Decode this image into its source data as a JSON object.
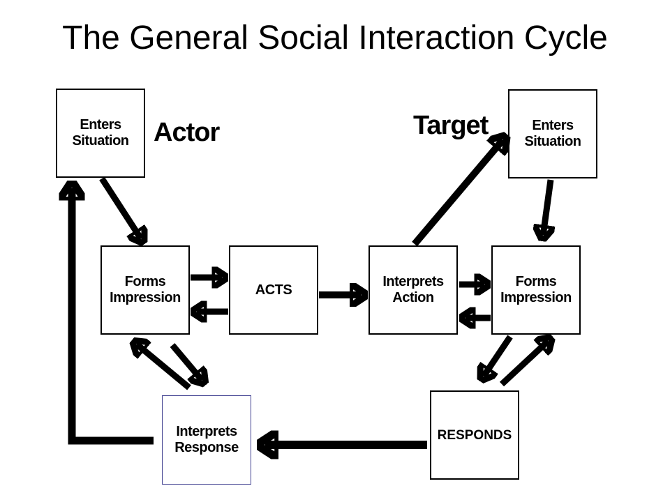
{
  "title": "The General Social Interaction Cycle",
  "labels": {
    "actor": "Actor",
    "target": "Target"
  },
  "nodes": {
    "enters_situation_actor": "Enters\nSituation",
    "forms_impression_actor": "Forms\nImpression",
    "acts": "ACTS",
    "interprets_action": "Interprets\nAction",
    "enters_situation_target": "Enters\nSituation",
    "forms_impression_target": "Forms\nImpression",
    "interprets_response": "Interprets\nResponse",
    "responds": "RESPONDS"
  },
  "edges": [
    {
      "from": "enters_situation_actor",
      "to": "forms_impression_actor"
    },
    {
      "from": "forms_impression_actor",
      "to": "acts"
    },
    {
      "from": "acts",
      "to": "forms_impression_actor"
    },
    {
      "from": "acts",
      "to": "interprets_action"
    },
    {
      "from": "interprets_action",
      "to": "enters_situation_target"
    },
    {
      "from": "enters_situation_target",
      "to": "forms_impression_target"
    },
    {
      "from": "interprets_action",
      "to": "forms_impression_target"
    },
    {
      "from": "forms_impression_target",
      "to": "interprets_action"
    },
    {
      "from": "forms_impression_target",
      "to": "responds"
    },
    {
      "from": "responds",
      "to": "forms_impression_target"
    },
    {
      "from": "responds",
      "to": "interprets_response"
    },
    {
      "from": "interprets_response",
      "to": "forms_impression_actor"
    },
    {
      "from": "forms_impression_actor",
      "to": "interprets_response"
    },
    {
      "from": "interprets_response",
      "to": "enters_situation_actor"
    }
  ],
  "colors": {
    "background": "#ffffff",
    "text": "#000000",
    "box_border": "#000000",
    "interprets_response_border": "#3f3f8f",
    "arrow": "#000000"
  }
}
